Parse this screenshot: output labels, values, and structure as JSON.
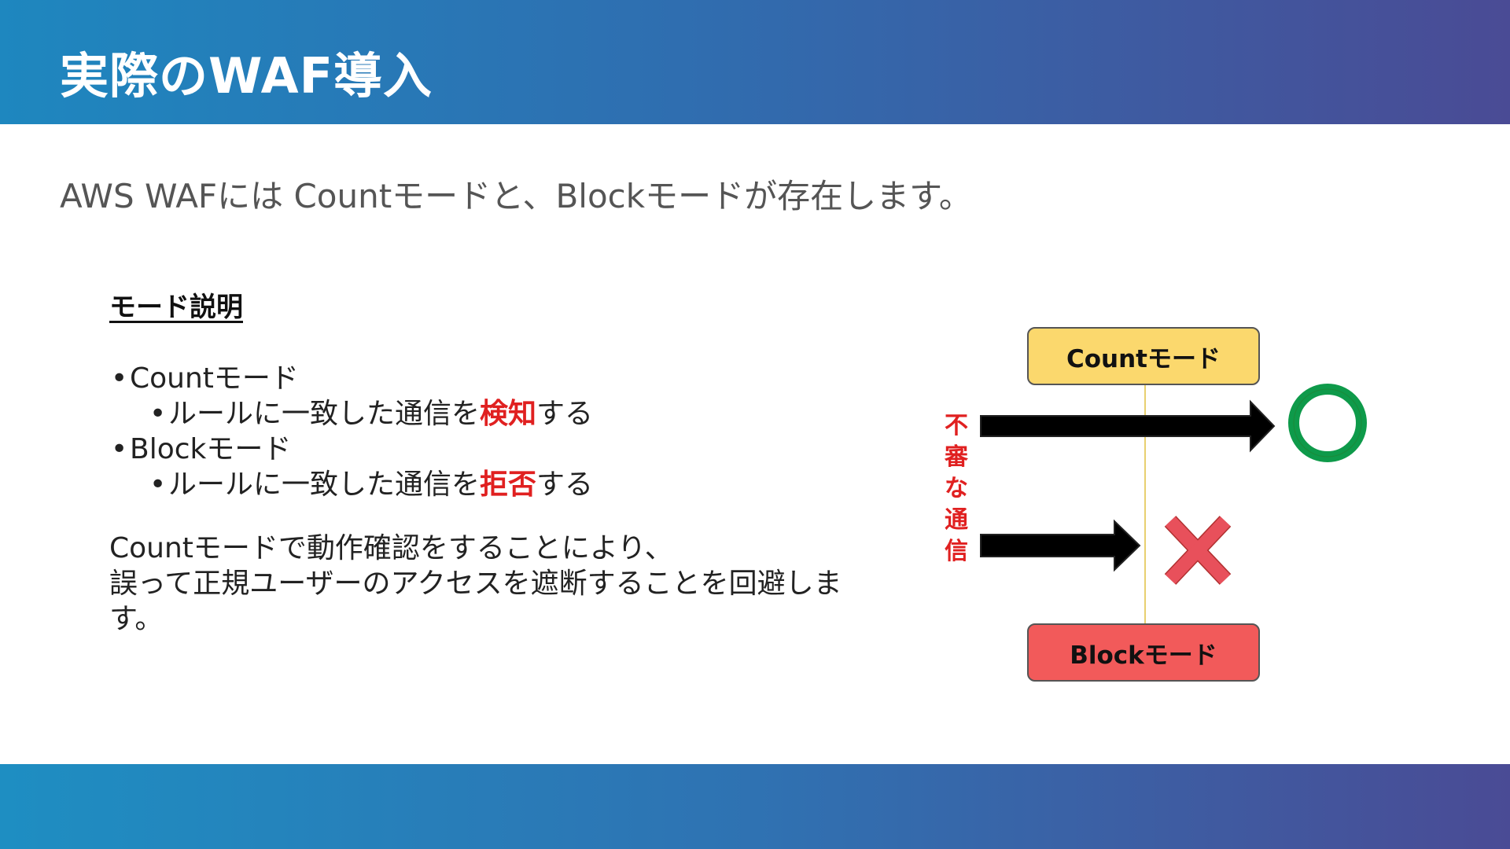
{
  "slide": {
    "title": "実際のWAF導入",
    "intro": "AWS WAFには Countモードと、Blockモードが存在します。"
  },
  "modes_section": {
    "heading": "モード説明",
    "bullets": [
      {
        "label": "Countモード",
        "sub_prefix": "ルールに一致した通信を",
        "sub_emphasis": "検知",
        "sub_suffix": "する"
      },
      {
        "label": "Blockモード",
        "sub_prefix": "ルールに一致した通信を",
        "sub_emphasis": "拒否",
        "sub_suffix": "する"
      }
    ],
    "bullet_glyph": "•",
    "summary_lines": [
      "Countモードで動作確認をすることにより、",
      "誤って正規ユーザーのアクセスを遮断することを回避しま",
      "す。"
    ]
  },
  "diagram": {
    "count_box_label": "Countモード",
    "block_box_label": "Blockモード",
    "traffic_label_chars": [
      "不",
      "審",
      "な",
      "通",
      "信"
    ],
    "count_result_icon": "circle-ok-icon",
    "block_result_icon": "cross-x-icon",
    "colors": {
      "count_box": "#fbd86d",
      "block_box": "#f25a5a",
      "ok_circle": "#0e9a4a",
      "cross": "#e8505b",
      "emphasis": "#e02020"
    }
  }
}
